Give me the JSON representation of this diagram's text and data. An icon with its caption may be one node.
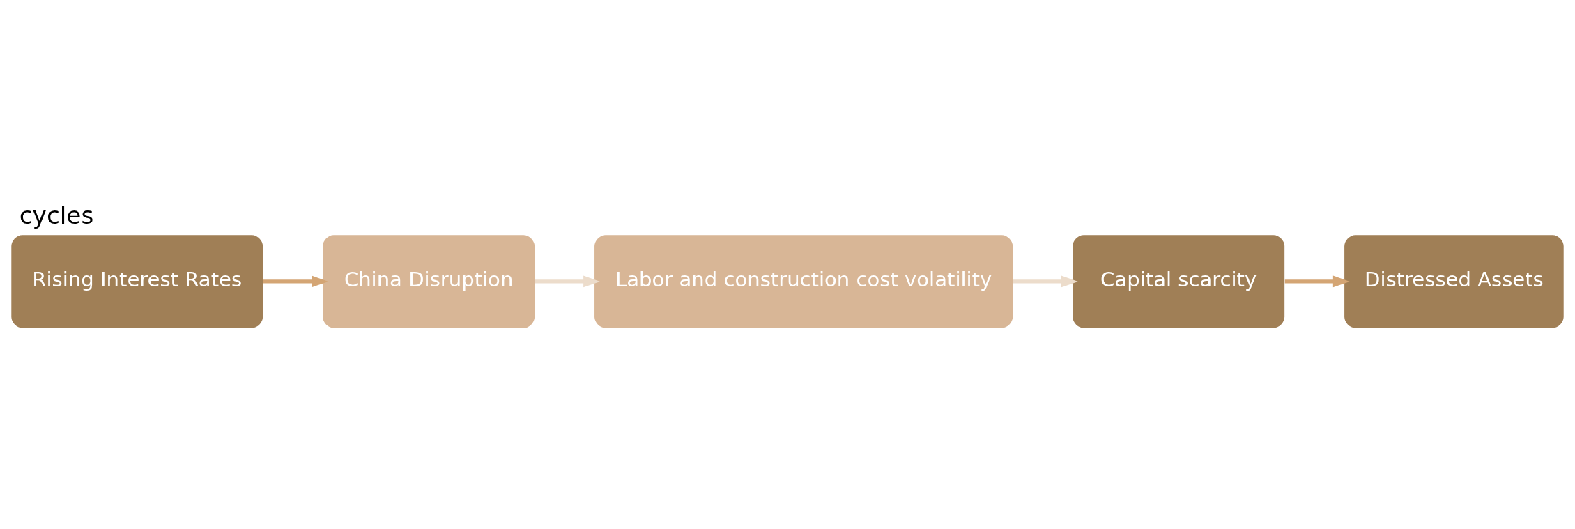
{
  "diagram": {
    "title": "cycles",
    "nodes": [
      {
        "text": [
          "Rising Interest Rates"
        ]
      },
      {
        "text": [
          "China Disruption"
        ]
      },
      {
        "text": [
          "Labor and construction cost volatility"
        ]
      },
      {
        "text": [
          "Capital scarcity"
        ]
      },
      {
        "text": [
          "Distressed Assets"
        ]
      }
    ],
    "edges": [
      {
        "from": 0,
        "to": 1,
        "arrow": "to",
        "color": "#d4a574"
      },
      {
        "from": 1,
        "to": 2,
        "arrow": "to",
        "color": "#ecdccb"
      },
      {
        "from": 2,
        "to": 3,
        "arrow": "to",
        "color": "#ecdccb"
      },
      {
        "from": 3,
        "to": 4,
        "arrow": "to",
        "color": "#d4a574"
      }
    ]
  }
}
